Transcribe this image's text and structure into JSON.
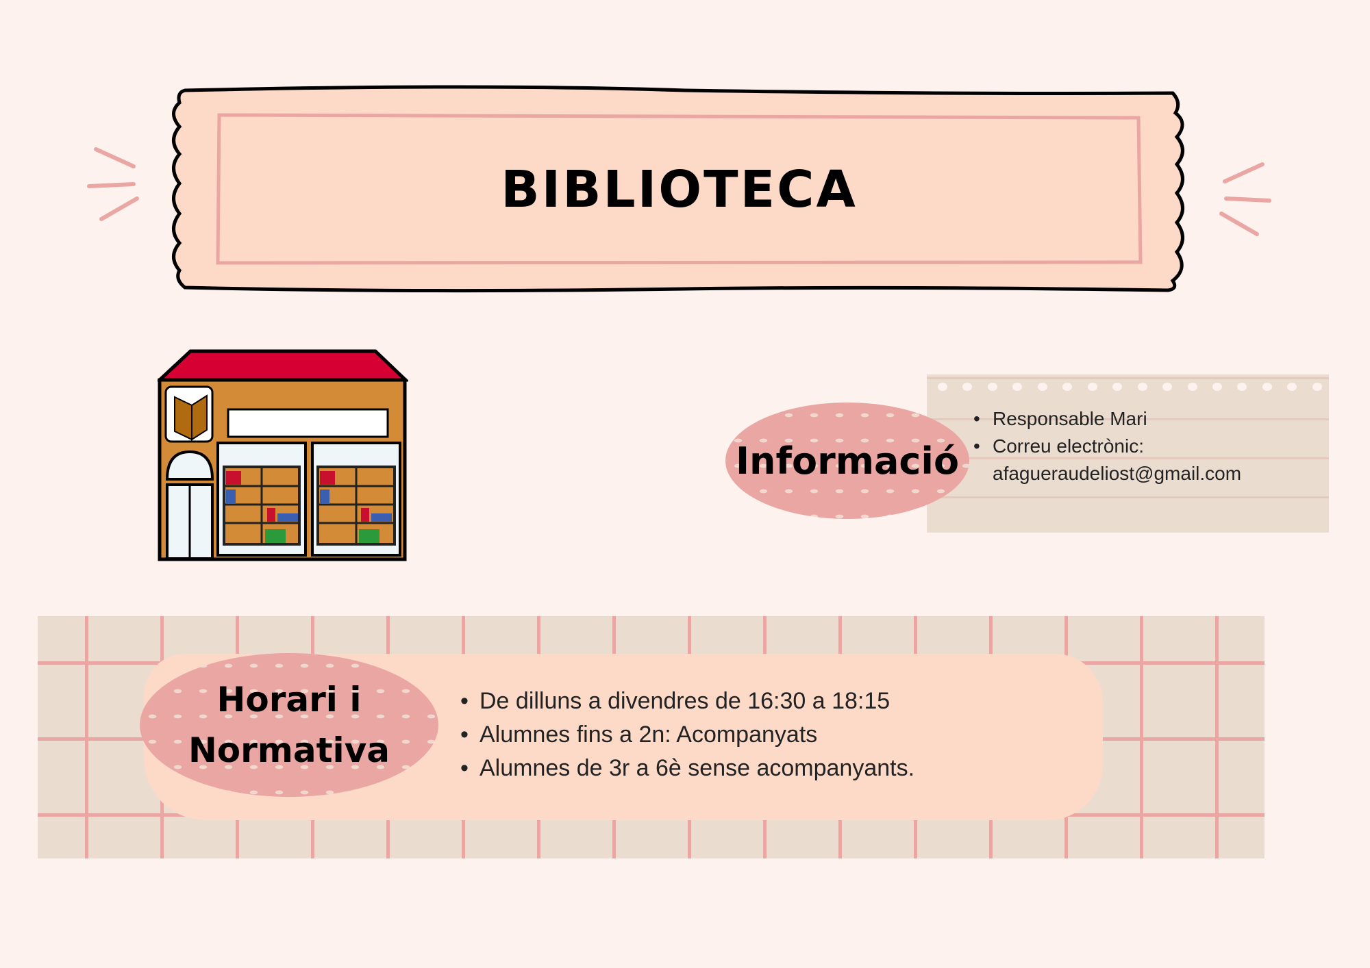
{
  "title": "BIBLIOTECA",
  "info": {
    "heading": "Informació",
    "items": [
      "Responsable Mari",
      "Correu electrònic:"
    ],
    "email": "afagueraudeliost@gmail.com"
  },
  "schedule": {
    "heading_line1": "Horari i",
    "heading_line2": "Normativa",
    "items": [
      "De dilluns a divendres de 16:30 a 18:15",
      "Alumnes fins a 2n: Acompanyats",
      "Alumnes de 3r a 6è sense acompanyants."
    ]
  },
  "colors": {
    "background": "#fdf2ee",
    "banner": "#fdd9c7",
    "accent_pink": "#e9a6a3",
    "note": "#ebdcd0",
    "roof": "#d60032",
    "building": "#d38b38"
  }
}
